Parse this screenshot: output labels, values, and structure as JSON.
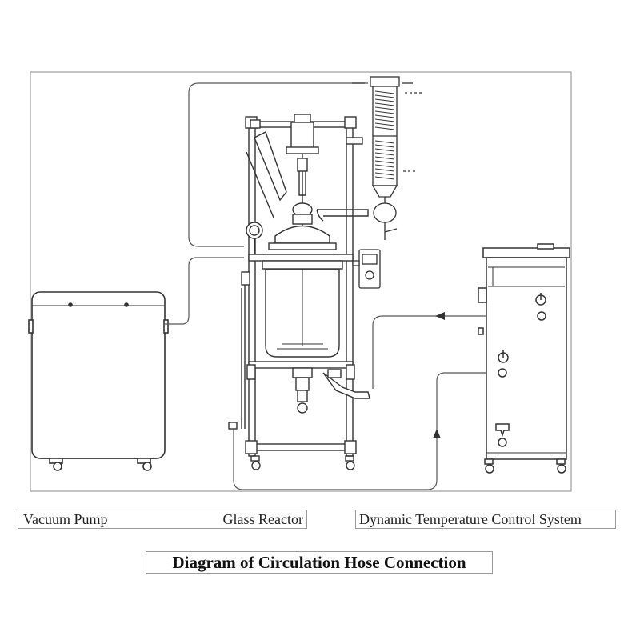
{
  "labels": {
    "vacuum_pump": "Vacuum Pump",
    "glass_reactor": "Glass Reactor",
    "temperature_control": "Dynamic Temperature Control System"
  },
  "title": "Diagram of Circulation Hose Connection",
  "colors": {
    "line": "#333333",
    "frame": "#8a8a8a",
    "hose": "#555555",
    "background": "#ffffff"
  }
}
